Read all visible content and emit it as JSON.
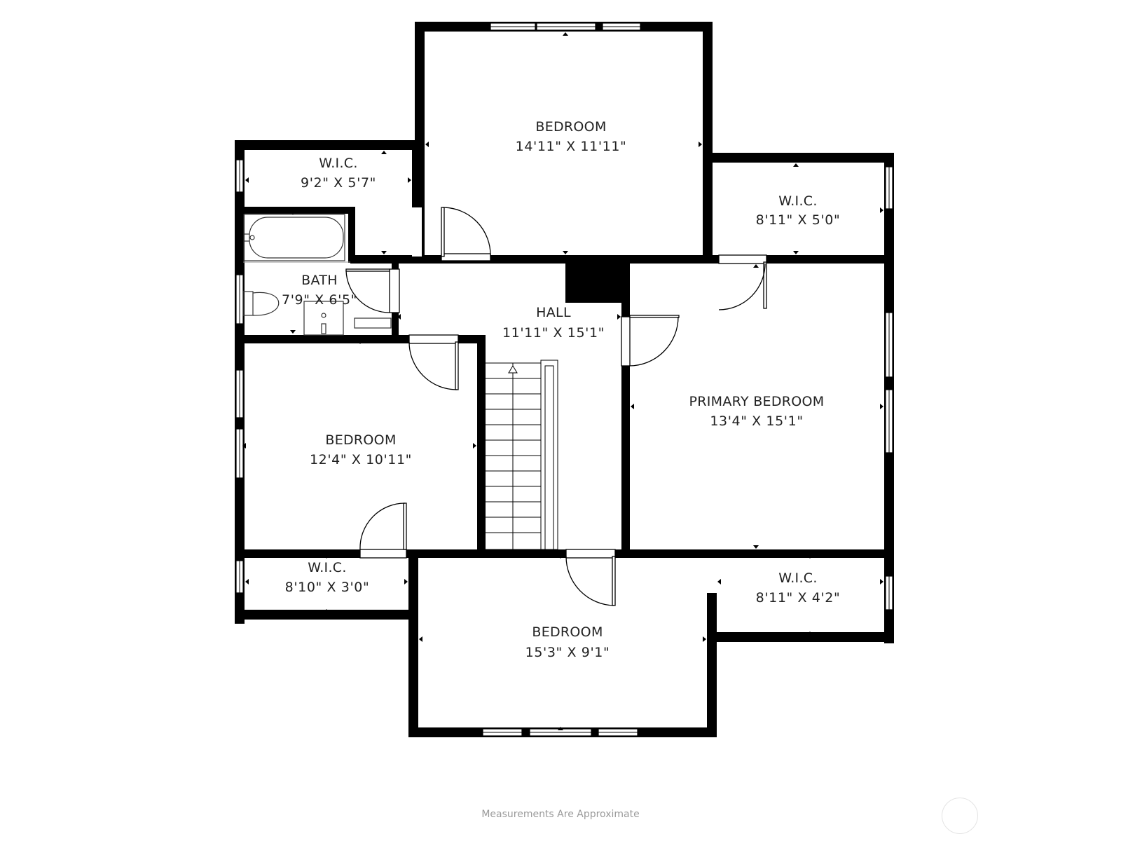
{
  "rooms": [
    {
      "id": "bedroom-north",
      "label": "BEDROOM",
      "dims": "14'11\" X 11'11\""
    },
    {
      "id": "wic-northwest",
      "label": "W.I.C.",
      "dims": "9'2\" X 5'7\""
    },
    {
      "id": "wic-northeast",
      "label": "W.I.C.",
      "dims": "8'11\" X 5'0\""
    },
    {
      "id": "bath",
      "label": "BATH",
      "dims": "7'9\" X 6'5\""
    },
    {
      "id": "hall",
      "label": "HALL",
      "dims": "11'11\" X 15'1\""
    },
    {
      "id": "primary-bedroom",
      "label": "PRIMARY BEDROOM",
      "dims": "13'4\" X 15'1\""
    },
    {
      "id": "bedroom-west",
      "label": "BEDROOM",
      "dims": "12'4\" X 10'11\""
    },
    {
      "id": "wic-southwest",
      "label": "W.I.C.",
      "dims": "8'10\" X 3'0\""
    },
    {
      "id": "wic-southeast",
      "label": "W.I.C.",
      "dims": "8'11\" X 4'2\""
    },
    {
      "id": "bedroom-south",
      "label": "BEDROOM",
      "dims": "15'3\" X 9'1\""
    }
  ],
  "footer": {
    "note": "Measurements Are Approximate"
  },
  "colors": {
    "wall": "#000000",
    "fixture": "#333333",
    "background": "#ffffff",
    "note": "#9a9a9a"
  },
  "icons": {
    "compass": "compass-icon"
  }
}
